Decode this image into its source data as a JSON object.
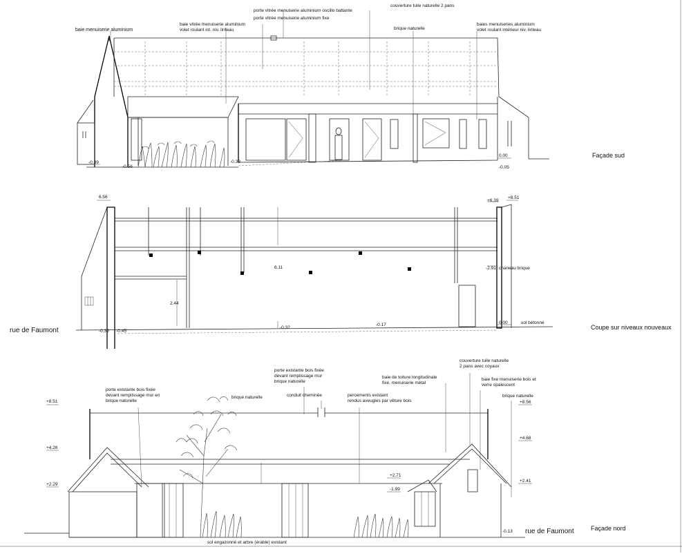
{
  "sections": {
    "south": {
      "title": "Façade sud",
      "labels": [
        "baie menuiserie aluminium",
        "baie vitrée menuiserie aluminium",
        "volet roulant int. niv. linteau",
        "porte vitrée menuiserie aluminium oscillo battante",
        "porte vitrée menuiserie aluminium fixe",
        "couverture tuile naturelle 2 pans",
        "brique naturelle",
        "baies menuiseries aluminium",
        "volet roulant intérieur niv. linteau"
      ],
      "levels": [
        "-0.39",
        "-0.56",
        "-0.39",
        "0.00",
        "-0.05"
      ]
    },
    "section": {
      "title": "Coupe sur niveaux nouveaux",
      "street": "rue de Faumont",
      "labels": [
        "chaneau brique",
        "sol bétonné"
      ],
      "levels": [
        "6.56",
        "+6.39",
        "+8.51",
        "-2.91",
        "0.00",
        "-0.39",
        "-0.45",
        "-0.32",
        "-0.17"
      ],
      "dims": [
        "6.11",
        "2.44"
      ]
    },
    "north": {
      "title": "Façade nord",
      "street": "rue de Faumont",
      "labels": [
        "porte existante bois fixée",
        "devant remplissage mur",
        "brique naturelle",
        "porte existante bois fixée",
        "devant remplissage mur en",
        "brique naturelle",
        "brique naturelle",
        "conduit cheminée",
        "percements existant",
        "rendus aveugles par vêture bois",
        "baie de toiture longitudinale",
        "fixe, menuiserie métal",
        "couverture tuile naturelle",
        "2 pans avec coyaux",
        "baie fixe menuiserie bois et",
        "verre opalescent",
        "brique naturelle",
        "sol engazonné et arbre (érable) existant"
      ],
      "levels": [
        "+8.51",
        "+4.26",
        "+2.29",
        "+8.56",
        "+4.68",
        "+2.41",
        "+2.71",
        "-1.99",
        "-0.13"
      ]
    }
  }
}
